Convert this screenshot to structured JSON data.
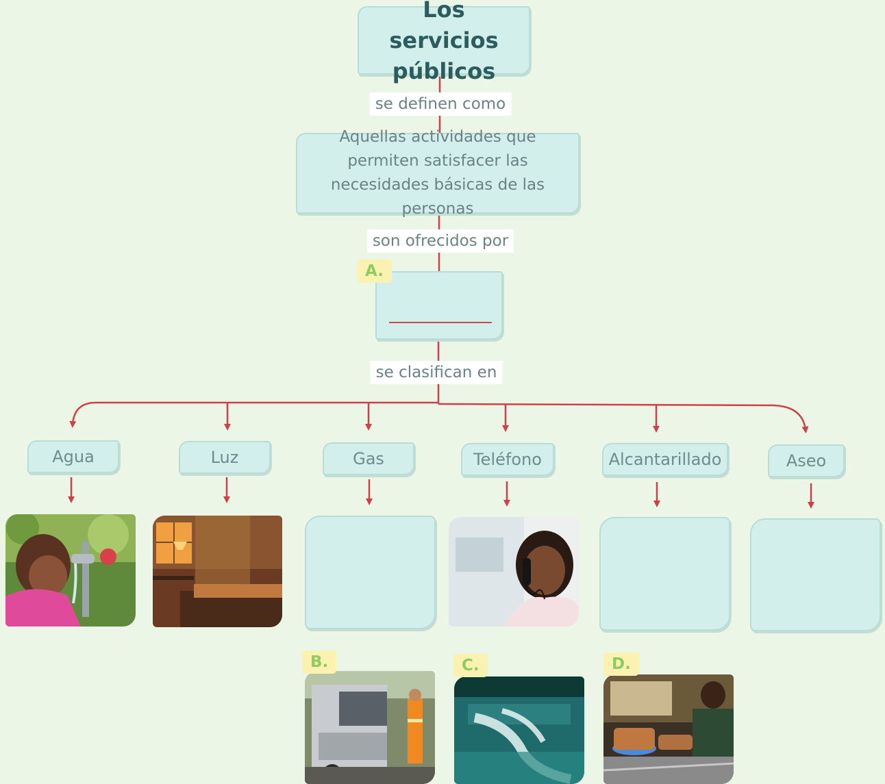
{
  "title": "Los servicios públicos",
  "connectors": {
    "defined_as": "se definen como",
    "offered_by": "son ofrecidos por",
    "classified_in": "se clasifican en"
  },
  "definition": "Aquellas actividades que permiten satisfacer las necesidades básicas de las personas",
  "labels": {
    "a": "A.",
    "b": "B.",
    "c": "C.",
    "d": "D."
  },
  "categories": [
    {
      "label": "Agua",
      "image": "girl-drinking-from-tap"
    },
    {
      "label": "Luz",
      "image": "lamp-lit-bedroom"
    },
    {
      "label": "Gas",
      "image": "empty"
    },
    {
      "label": "Teléfono",
      "image": "woman-on-telephone"
    },
    {
      "label": "Alcantarillado",
      "image": "empty"
    },
    {
      "label": "Aseo",
      "image": "empty"
    }
  ],
  "options": [
    {
      "label": "B.",
      "image": "garbage-truck-worker"
    },
    {
      "label": "C.",
      "image": "water-discharge-pipe"
    },
    {
      "label": "D.",
      "image": "gas-stove-kitchen"
    }
  ],
  "colors": {
    "background": "#ecf6e6",
    "box_fill": "#d3efec",
    "line": "#d0404a",
    "title_text": "#2c5d5e",
    "tag_fill": "#fbf2b2",
    "tag_text": "#8dcc60"
  }
}
